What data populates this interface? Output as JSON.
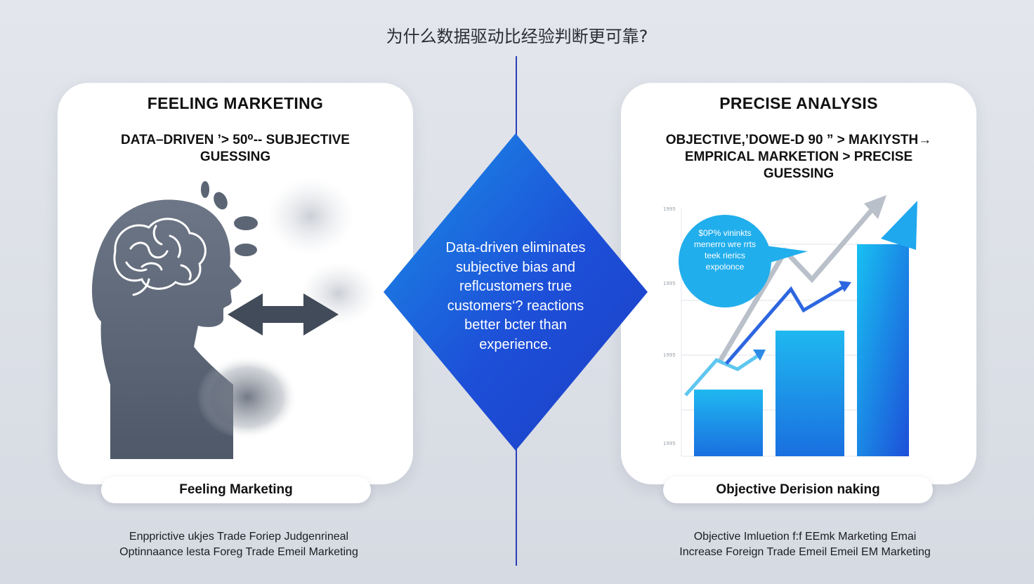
{
  "title": "为什么数据驱动比经验判断更可靠?",
  "left_card": {
    "heading": "FEELING MARKETING",
    "subheading": "DATA–DRIVEN ’> 50⁰-- SUBJECTIVE GUESSING",
    "icons": [
      "head-silhouette-icon",
      "brain-icon",
      "double-arrow-icon"
    ],
    "pill_label": "Feeling Marketing",
    "footer_lines": [
      "Enpprictive ukjes Trade Foriep Judgenrineal",
      "Optinnaance lesta Foreg Trade Emeil Marketing"
    ]
  },
  "right_card": {
    "heading": "PRECISE ANALYSIS",
    "subheading_lines": [
      "OBJECTIVE,’DOWE-D 90 ” > MAKIYSTH→",
      "EMPRICAL MARKETION > PRECISE",
      "GUESSING"
    ],
    "bubble_lines": [
      "$0P% vininkts",
      "menerro wre rrts",
      "teek rierics",
      "expolonce"
    ],
    "tick_labels": [
      "1995",
      "1995",
      "1995",
      "1995"
    ],
    "icons": [
      "growth-bar-chart-icon",
      "trend-arrow-icon"
    ],
    "pill_label": "Objective Derision naking",
    "footer_lines": [
      "Objective Imluetion f:f EEmk Marketing Emai",
      "Increase Foreign Trade Emeil Emeil EM Marketing"
    ]
  },
  "center": {
    "lines": [
      "Data-driven eliminates",
      "subjective bias and",
      "reflcustomers true",
      "customers‘? reactions",
      "better bcter than",
      "experience."
    ]
  },
  "colors": {
    "accent_blue": "#1d4fd8",
    "cyan": "#19b4ef",
    "figure_gray": "#5f6a7a",
    "divider": "#2a3fb8"
  }
}
